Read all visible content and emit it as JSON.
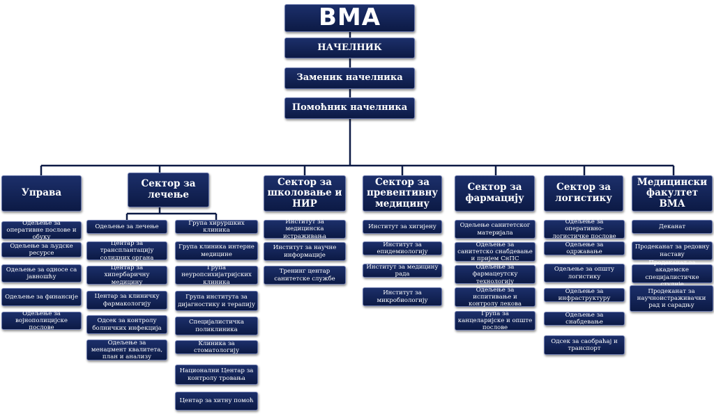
{
  "top": {
    "title": "ВМА",
    "director": "НАЧЕЛНИК",
    "deputy": "Заменик начелника",
    "assistant": "Помоћник начелника"
  },
  "sectors": {
    "uprava": {
      "title": "Управа",
      "units": [
        "Одељење за оперативне послове и обуку",
        "Одељење за људске ресурсе",
        "Одељење за односе са јавношћу",
        "Одељење за финансије",
        "Одељење за војнополицијске послове"
      ]
    },
    "lecenje": {
      "title": "Сектор за лечење",
      "units_left": [
        "Одељење за лечење",
        "Центар за трансплантацију солидних органа",
        "Центар за хипербаричну медицину",
        "Центар за клиничку фармакологију",
        "Одсек за контролу болничких инфекција",
        "Одељење за менаџмент квалитета, план и анализу"
      ],
      "units_right": [
        "Група хируршких клиника",
        "Група клиника интерне медицине",
        "Група неуропсихијатријских клиника",
        "Група института за дијагностику и терапију",
        "Специјалистичка поликлиника",
        "Клиника за стоматологију",
        "Национални Центар за контролу тровања",
        "Центар за хитну помоћ"
      ]
    },
    "skolovanje": {
      "title": "Сектор за школовање и НИР",
      "units": [
        "Институт за медицинска истраживања",
        "Институт за научне информације",
        "Тренинг центар санитетске службе"
      ]
    },
    "preventiva": {
      "title": "Сектор за превентивну медицину",
      "units": [
        "Институт за хигијену",
        "Институт за епидемиологију",
        "Институт за медицину рада",
        "Институт за микробиологију"
      ]
    },
    "farmacija": {
      "title": "Сектор за фармацију",
      "units": [
        "Одељење санитетског материјала",
        "Одељење за санитетско снабдевање и пријем СнПС",
        "Одељење за фармацеутску технологију",
        "Одељење за испитивање и контролу лекова",
        "Група за канцеларијске и опште послове"
      ]
    },
    "logistika": {
      "title": "Сектор за логистику",
      "units": [
        "Одељење за оперативно-логистичке послове",
        "Одељење за одржавање",
        "Одељење за општу логистику",
        "Одељење за инфраструктуру",
        "Одељење за снабдевање",
        "Одсек за саобраћај и транспорт"
      ]
    },
    "fakultet": {
      "title": "Медицински факултет ВМА",
      "units": [
        "Деканат",
        "Продеканат за редовну наставу",
        "Продеканат за академске специјалистичке студије",
        "Продеканат за научноистраживачки рад и сарадњу"
      ]
    }
  }
}
